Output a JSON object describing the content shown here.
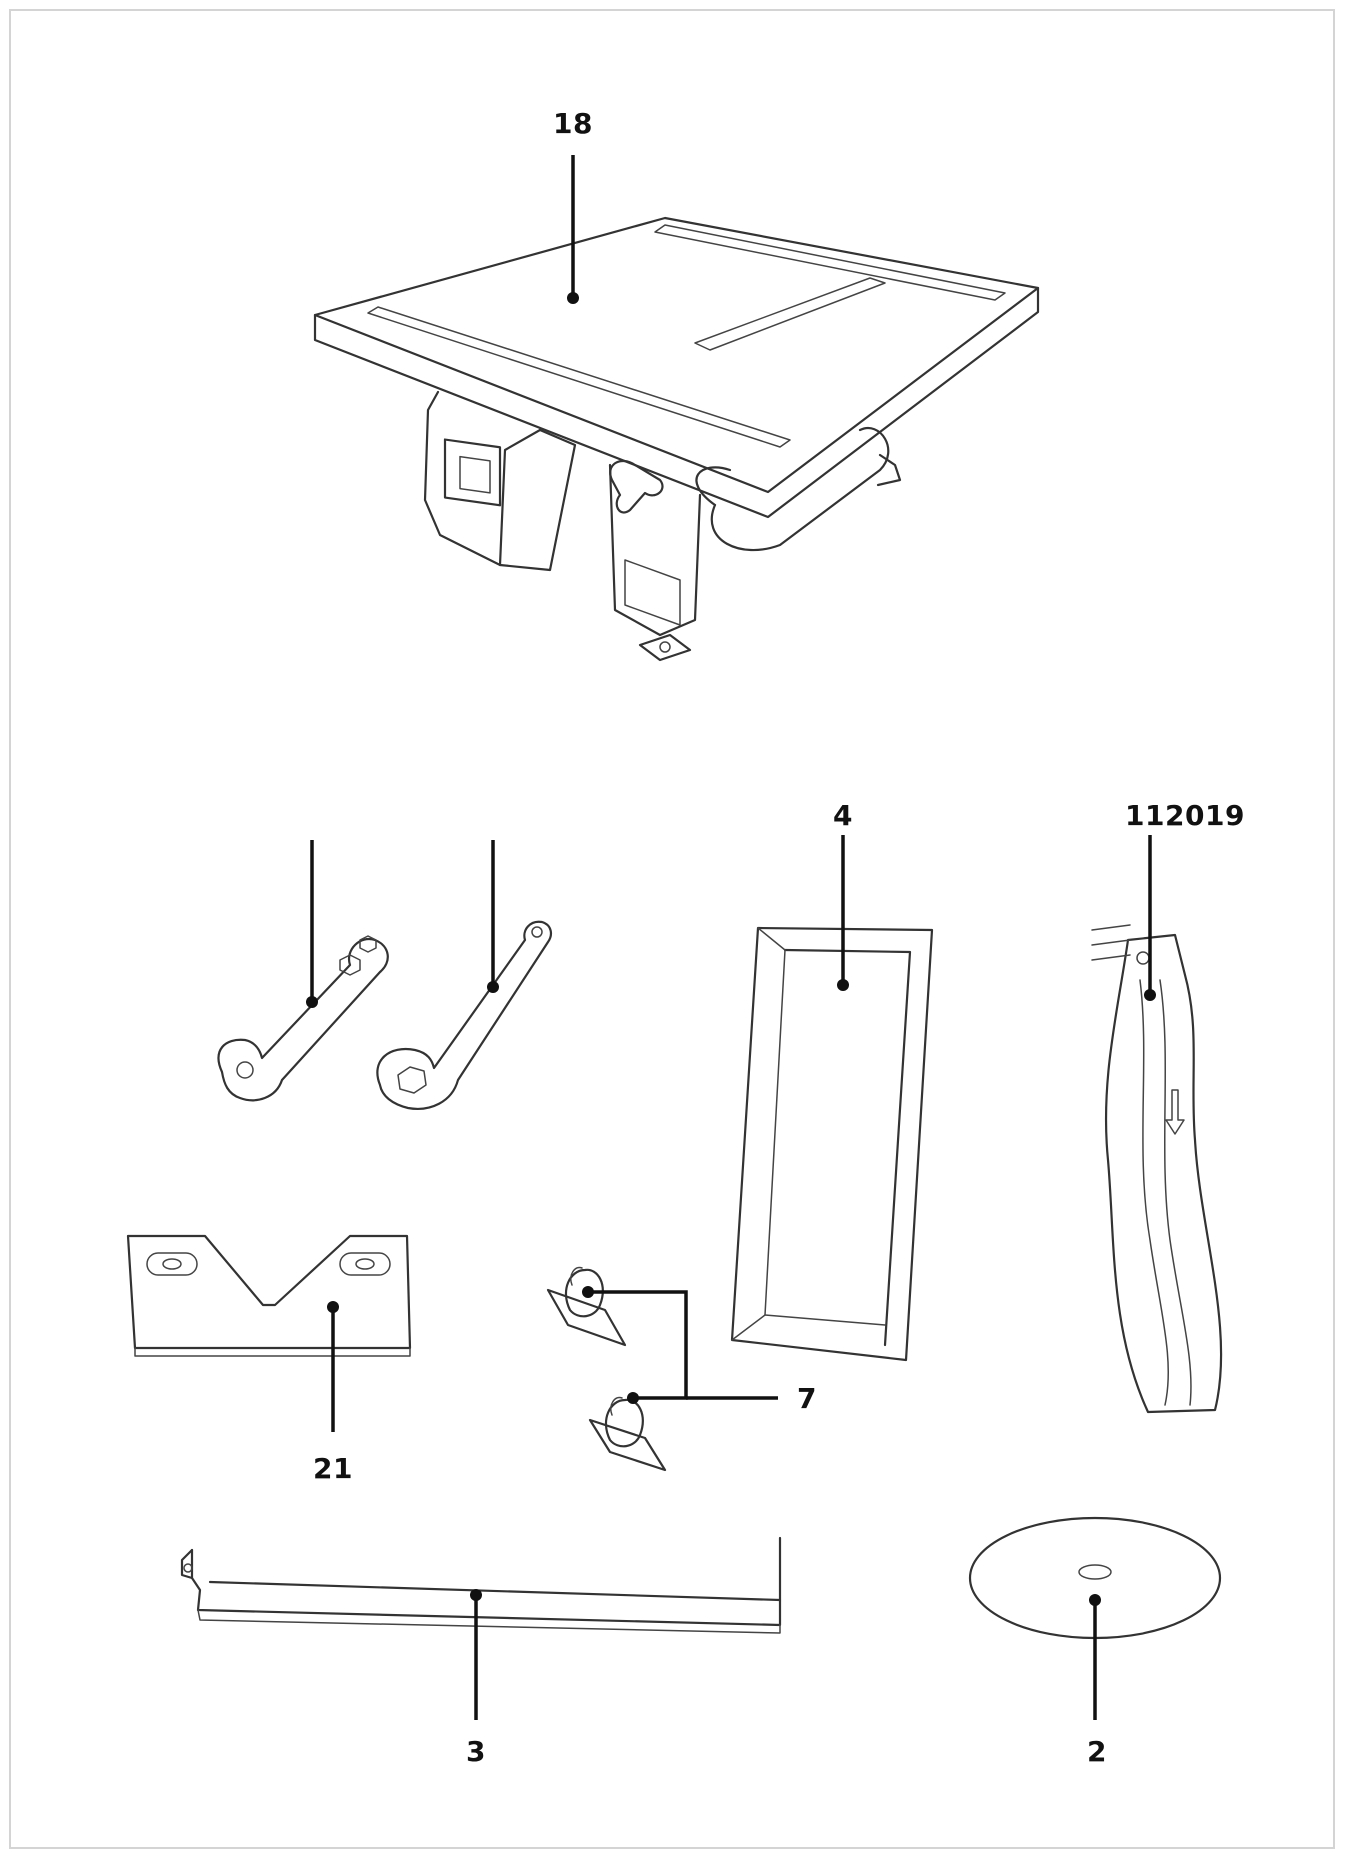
{
  "labels": {
    "p18": "18",
    "p4": "4",
    "p112019": "112019",
    "p21": "21",
    "p7": "7",
    "p3": "3",
    "p2": "2"
  },
  "colors": {
    "ink": "#333333",
    "leader": "#111111",
    "frame": "#d4d4d4",
    "background": "#ffffff"
  },
  "icons": [
    "tile-cutter-icon",
    "wrench-icon",
    "water-tray-icon",
    "blade-guard-icon",
    "angle-guide-icon",
    "clamp-icon",
    "rip-fence-icon",
    "cutting-disc-icon"
  ]
}
